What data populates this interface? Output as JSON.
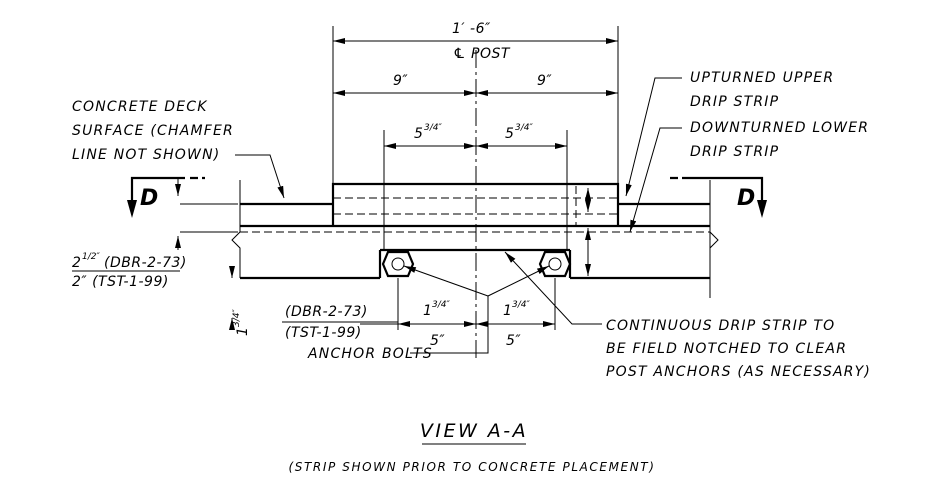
{
  "dimensions": {
    "overall": "1′ -6″",
    "center_line": "℄ POST",
    "half_left": "9″",
    "half_right": "9″",
    "bolt_left_whole": "5",
    "bolt_right_whole": "5",
    "three_quarter": "3/4″",
    "offset_left_whole": "1",
    "offset_right_whole": "1",
    "five_left": "5″",
    "five_right": "5″",
    "depth_whole": "2",
    "half": "1/2″",
    "depth_alt": "2″ (TST-1-99)",
    "depth_ref": "(DBR-2-73)",
    "vertical_whole": "1",
    "vertical_frac": "3/4″",
    "std_dbr": "(DBR-2-73)",
    "std_tst": "(TST-1-99)"
  },
  "labels": {
    "deck": [
      "CONCRETE DECK",
      "SURFACE (CHAMFER",
      "LINE NOT SHOWN)"
    ],
    "upper_strip": [
      "UPTURNED UPPER",
      "DRIP STRIP"
    ],
    "lower_strip": [
      "DOWNTURNED LOWER",
      "DRIP STRIP"
    ],
    "anchor_bolts": "ANCHOR BOLTS",
    "continuous": [
      "CONTINUOUS DRIP STRIP TO",
      "BE FIELD NOTCHED TO CLEAR",
      "POST ANCHORS (AS NECESSARY)"
    ],
    "section_left": "D",
    "section_right": "D"
  },
  "title": "VIEW A-A",
  "subtitle": "(STRIP SHOWN PRIOR TO CONCRETE PLACEMENT)"
}
